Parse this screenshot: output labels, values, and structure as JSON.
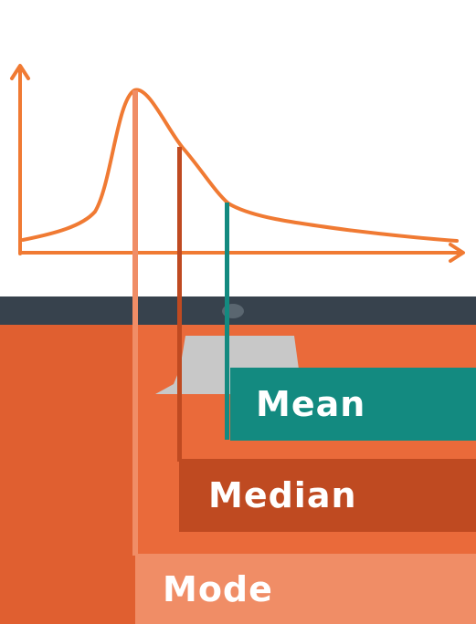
{
  "colors": {
    "background_top": "#ffffff",
    "ground": "#ea6a3a",
    "ground_dark": "#e05f30",
    "band": "#37424d",
    "curve": "#f07a33",
    "mean": "#138a80",
    "median": "#bf4a21",
    "mode": "#f08d66",
    "stand": "#c8c8c8"
  },
  "icons": [
    "axis-arrow-icon",
    "statue-stand-icon"
  ],
  "labels": {
    "mean": "Mean",
    "median": "Median",
    "mode": "Mode"
  }
}
